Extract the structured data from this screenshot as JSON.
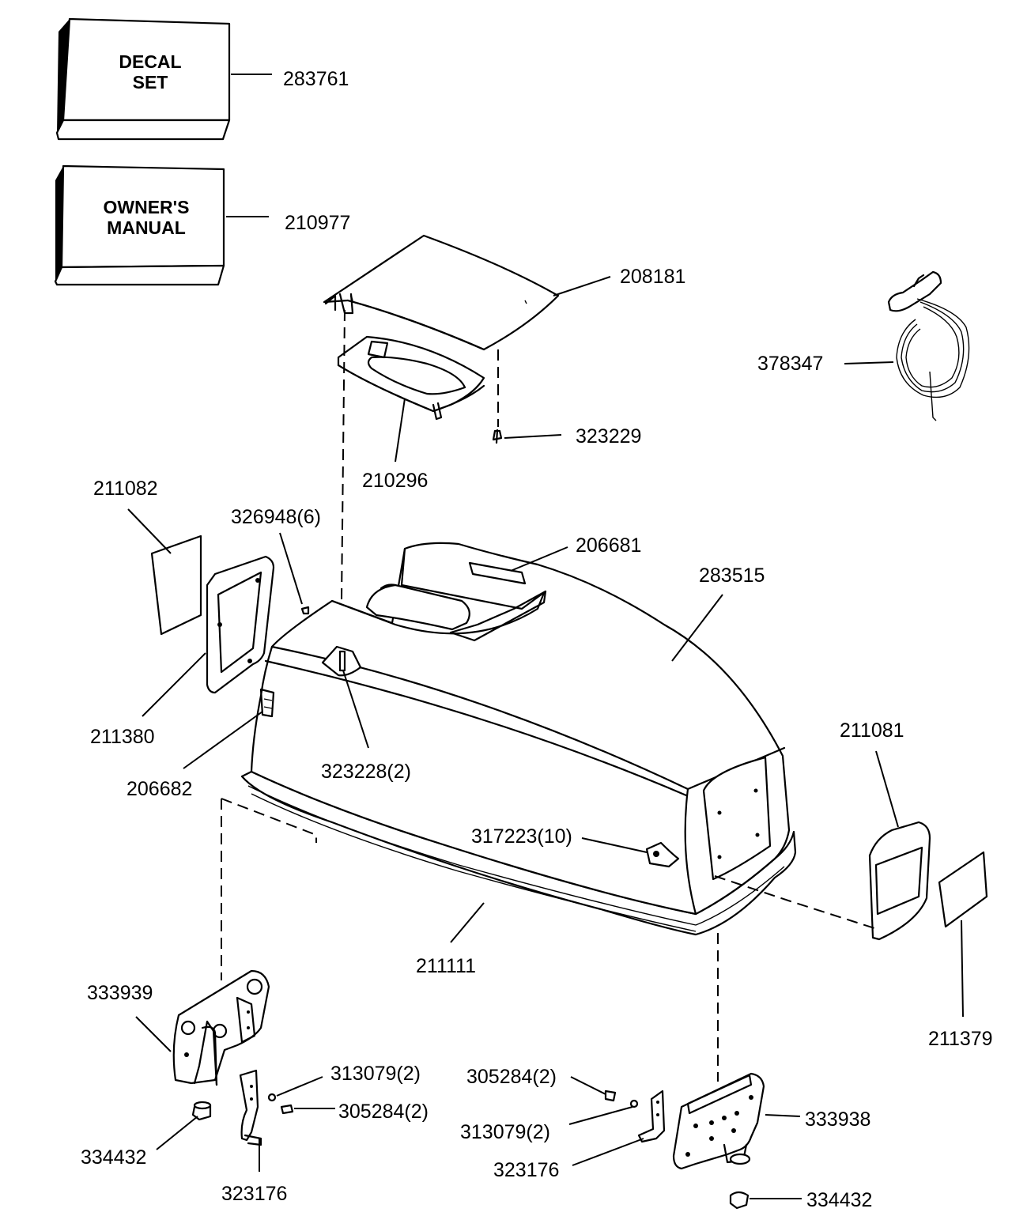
{
  "boxes": {
    "decal_line1": "DECAL",
    "decal_line2": "SET",
    "manual_line1": "OWNER'S",
    "manual_line2": "MANUAL"
  },
  "parts": {
    "p283761": "283761",
    "p210977": "210977",
    "p208181": "208181",
    "p378347": "378347",
    "p323229": "323229",
    "p210296": "210296",
    "p211082": "211082",
    "p326948": "326948(6)",
    "p206681": "206681",
    "p283515": "283515",
    "p211380": "211380",
    "p206682": "206682",
    "p323228": "323228(2)",
    "p211081": "211081",
    "p317223": "317223(10)",
    "p211111": "211111",
    "p211379": "211379",
    "p333939": "333939",
    "p313079_left": "313079(2)",
    "p305284_left": "305284(2)",
    "p334432_left": "334432",
    "p323176_left": "323176",
    "p305284_right": "305284(2)",
    "p313079_right": "313079(2)",
    "p323176_right": "323176",
    "p333938": "333938",
    "p334432_right": "334432"
  }
}
